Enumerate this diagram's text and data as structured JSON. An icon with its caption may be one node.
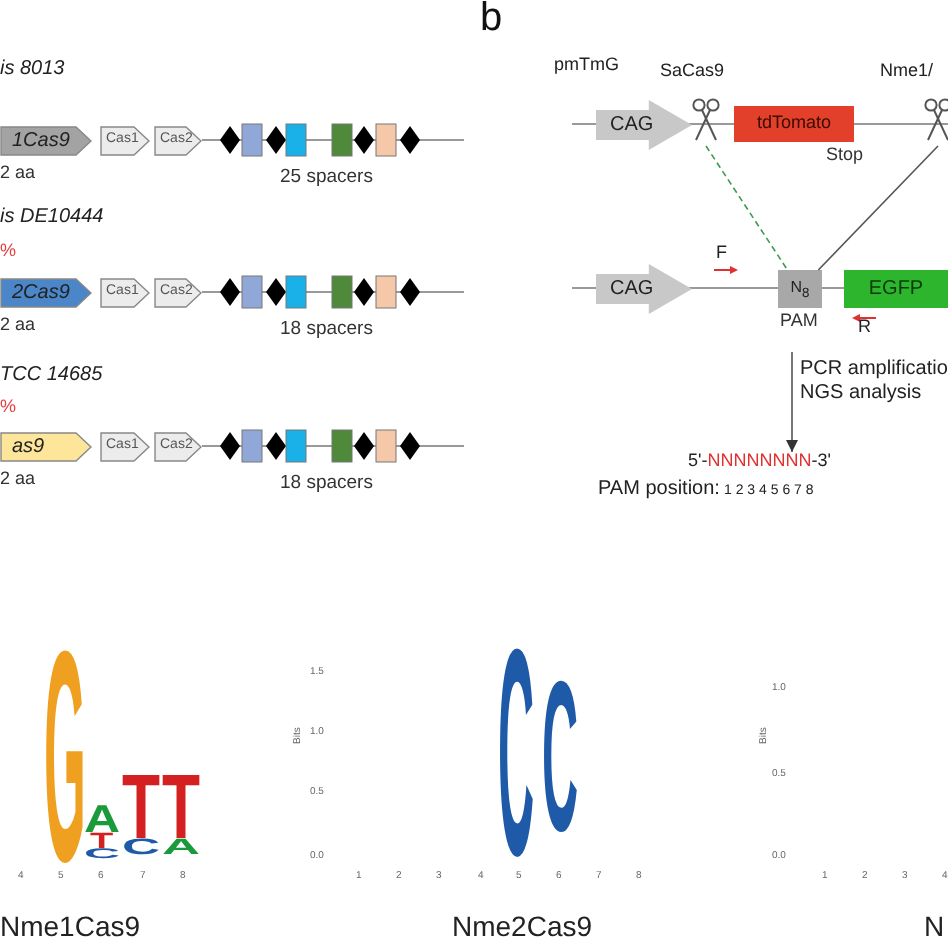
{
  "diagram": {
    "nodes": [
      {
        "text": [
          "1Cas9"
        ],
        "beside": [
          "2 aa"
        ]
      },
      {
        "text": [
          "Cas1"
        ]
      },
      {
        "text": [
          "Cas2"
        ]
      },
      {
        "text": [
          "2Cas9"
        ],
        "beside": [
          "2 aa"
        ]
      },
      {
        "text": [
          "Cas1"
        ]
      },
      {
        "text": [
          "Cas2"
        ]
      },
      {
        "text": [
          "as9"
        ],
        "beside": [
          "2 aa"
        ]
      },
      {
        "text": [
          "Cas1"
        ]
      },
      {
        "text": [
          "Cas2"
        ]
      },
      {
        "text": [
          "SaCas9"
        ]
      },
      {
        "text": [
          "Nme1/"
        ]
      },
      {
        "text": [
          "CAG"
        ]
      },
      {
        "text": [
          "tdTomato"
        ],
        "beside": [
          "Stop"
        ]
      },
      {
        "text": [
          "CAG"
        ]
      },
      {
        "text": [
          "N$_{8}$"
        ],
        "beside": [
          "PAM"
        ]
      },
      {
        "text": [
          "EGFP"
        ]
      },
      {
        "text": [
          "5'-NNNNNNNN-3'"
        ]
      }
    ],
    "edges": [
      {
        "from": 9,
        "to": 14,
        "arrow": "none",
        "style": "dashed",
        "color": "#3f9a4f"
      },
      {
        "from": 10,
        "to": 14,
        "arrow": "none"
      },
      {
        "from": null,
        "to": 16,
        "arrow": "to",
        "label": "PCR amplificatio NGS analysis"
      }
    ],
    "labels": [
      "is 8013",
      "25 spacers",
      "is DE10444",
      "%",
      "18 spacers",
      "TCC 14685",
      "%",
      "18 spacers",
      "b",
      "pmTmG",
      "F",
      "R",
      "PAM position:",
      "1 2 3 4 5 6 7 8",
      "G",
      "A",
      "T",
      "C",
      "T",
      "C",
      "T",
      "A",
      "4",
      "5",
      "6",
      "7",
      "8",
      "Nme1Cas9",
      "1.5",
      "1.0",
      "0.5",
      "0.0",
      "Bits",
      "1",
      "2",
      "3",
      "4",
      "5",
      "6",
      "7",
      "8",
      "C",
      "C",
      "Nme2Cas9",
      "1.0",
      "0.5",
      "0.0",
      "Bits",
      "1",
      "2",
      "3",
      "4",
      "N"
    ]
  }
}
